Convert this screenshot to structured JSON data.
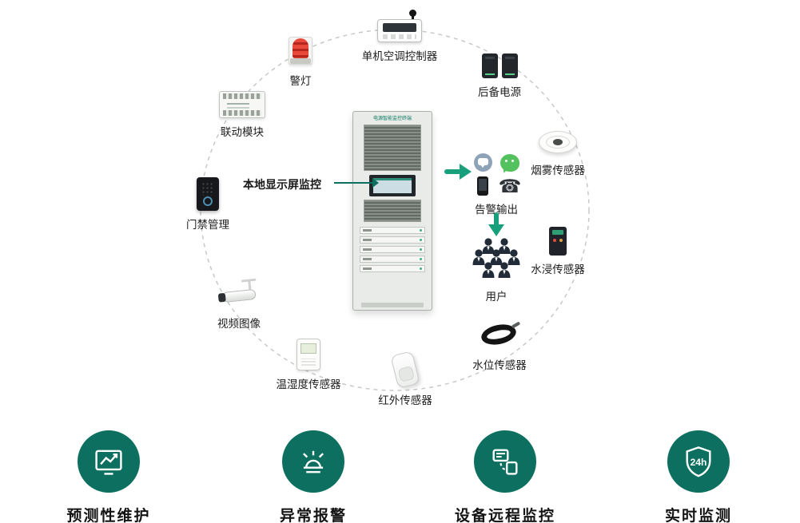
{
  "colors": {
    "accent_green": "#0d6f5f",
    "arrow_green": "#18a07c",
    "label_color": "#1e1e1e"
  },
  "cabinet": {
    "brand": "电源智能监控终端",
    "pointer_label": "本地显示屏监控"
  },
  "nodes": {
    "ac_controller": "单机空调控制器",
    "warning_light": "警灯",
    "backup_power": "后备电源",
    "linkage_module": "联动模块",
    "smoke_sensor": "烟雾传感器",
    "access_control": "门禁管理",
    "video_image": "视频图像",
    "temp_humidity_sensor": "温湿度传感器",
    "infrared_sensor": "红外传感器",
    "water_level_sensor": "水位传感器",
    "water_immersion_sensor": "水浸传感器",
    "alarm_output": "告警输出",
    "users": "用户"
  },
  "alarm_output_icons": [
    "message-app-icon",
    "wechat-icon",
    "smartphone-icon",
    "telephone-icon"
  ],
  "features": [
    {
      "label": "预测性维护",
      "icon": "trend-monitor-icon"
    },
    {
      "label": "异常报警",
      "icon": "alarm-beacon-icon"
    },
    {
      "label": "设备远程监控",
      "icon": "remote-devices-icon"
    },
    {
      "label": "实时监测",
      "icon": "shield-24h-icon",
      "badge": "24h"
    }
  ]
}
